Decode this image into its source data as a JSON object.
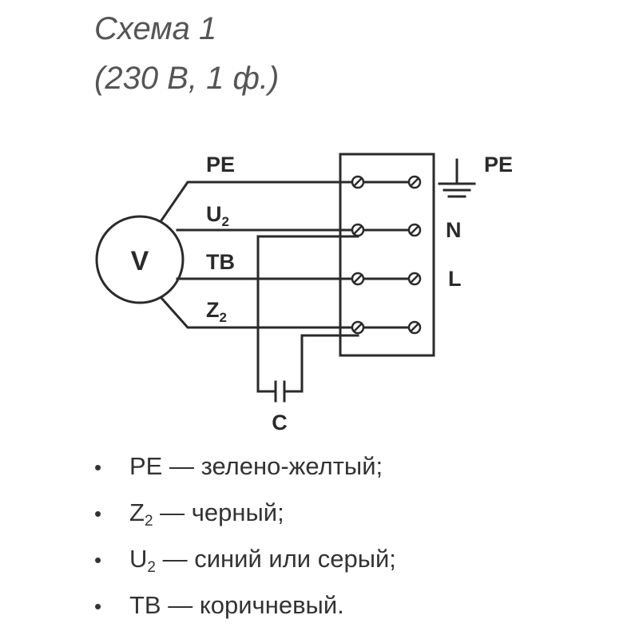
{
  "title": {
    "line1": "Схема 1",
    "line2": "(230 В, 1 ф.)"
  },
  "motor": {
    "label": "V"
  },
  "wires": [
    {
      "label": "PE",
      "sub": ""
    },
    {
      "label": "U",
      "sub": "2"
    },
    {
      "label": "TB",
      "sub": ""
    },
    {
      "label": "Z",
      "sub": "2"
    }
  ],
  "capacitor": {
    "label": "C"
  },
  "mains": {
    "pe": "PE",
    "n": "N",
    "l": "L"
  },
  "legend": [
    {
      "bullet": "•",
      "code": "PE",
      "sub": "",
      "text": " — зелено-желтый;"
    },
    {
      "bullet": "•",
      "code": "Z",
      "sub": "2",
      "text": " — черный;"
    },
    {
      "bullet": "•",
      "code": "U",
      "sub": "2",
      "text": " — синий или серый;"
    },
    {
      "bullet": "•",
      "code": "TB",
      "sub": "",
      "text": " — коричневый."
    }
  ]
}
